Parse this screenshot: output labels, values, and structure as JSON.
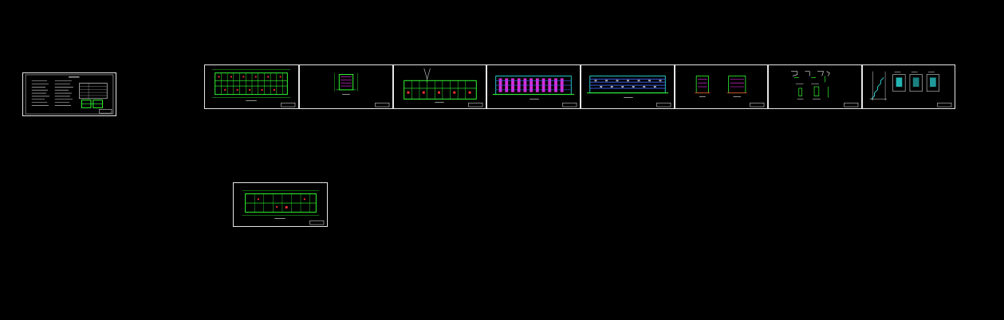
{
  "canvas": {
    "background": "#000000",
    "colors": {
      "frame": "#e6e6e6",
      "green": "#33ff33",
      "red": "#ff3333",
      "magenta": "#ff33ff",
      "cyan": "#33ffff",
      "blue": "#4466ff",
      "white": "#ffffff",
      "yellow": "#ffff33"
    }
  },
  "sheets": [
    {
      "id": "cover",
      "kind": "cover-index"
    },
    {
      "id": "sheet-1",
      "kind": "floor-plan"
    },
    {
      "id": "sheet-2",
      "kind": "small-section"
    },
    {
      "id": "sheet-3",
      "kind": "floor-plan-detail"
    },
    {
      "id": "sheet-4",
      "kind": "elevation-front"
    },
    {
      "id": "sheet-5",
      "kind": "elevation-rear"
    },
    {
      "id": "sheet-6",
      "kind": "sections"
    },
    {
      "id": "sheet-7",
      "kind": "details"
    },
    {
      "id": "sheet-8",
      "kind": "stair-details"
    },
    {
      "id": "sheet-9",
      "kind": "roof-plan"
    }
  ]
}
